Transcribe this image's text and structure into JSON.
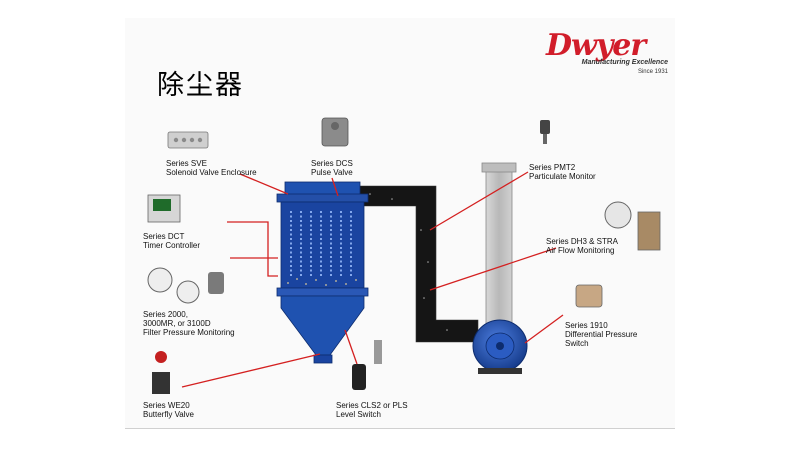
{
  "title": "除尘器",
  "brand": {
    "name": "Dwyer",
    "tagline": "Manufacturing Excellence",
    "since": "Since 1931",
    "color": "#d11d2a"
  },
  "labels": {
    "sve": [
      "Series SVE",
      "Solenoid Valve Enclosure"
    ],
    "dcs": [
      "Series DCS",
      "Pulse Valve"
    ],
    "pmt2": [
      "Series PMT2",
      "Particulate Monitor"
    ],
    "dct": [
      "Series DCT",
      "Timer Controller"
    ],
    "dh3": [
      "Series DH3 & STRA",
      "Air Flow Monitoring"
    ],
    "s2000": [
      "Series 2000,",
      "3000MR, or 3100D",
      "Filter Pressure Monitoring"
    ],
    "s1910": [
      "Series 1910",
      "Differential Pressure",
      "Switch"
    ],
    "we20": [
      "Series WE20",
      "Butterfly Valve"
    ],
    "cls2": [
      "Series CLS2 or PLS",
      "Level Switch"
    ]
  },
  "colors": {
    "collector": "#1f52b0",
    "duct": "#151515",
    "leader": "#d42020",
    "stack": "#c6c6c6"
  }
}
